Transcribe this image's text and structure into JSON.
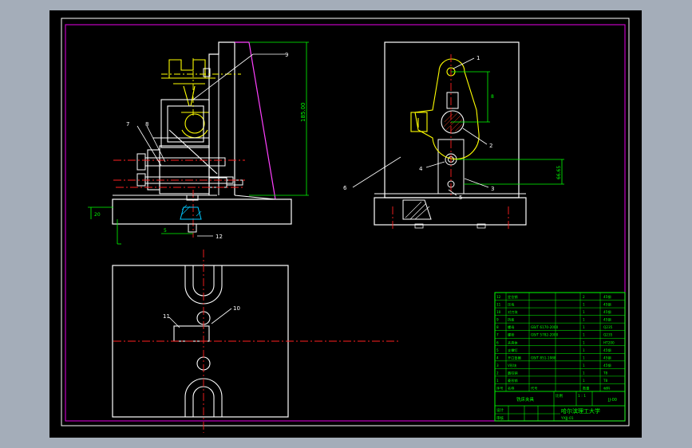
{
  "balloons": {
    "b1": "1",
    "b2": "2",
    "b3": "3",
    "b4": "4",
    "b5": "5",
    "b6": "6",
    "b7": "7",
    "b8": "8",
    "b9": "9",
    "b10": "10",
    "b11": "11",
    "b12": "12"
  },
  "dimensions": {
    "front_height": "185.00",
    "side_offset": "66.65",
    "side_pitch": "8",
    "base_thickness": "20",
    "bottom_offset": "5"
  },
  "title_block": {
    "rows": [
      {
        "no": "12",
        "name": "定位销",
        "code": "",
        "qty": "2",
        "material": "45钢"
      },
      {
        "no": "11",
        "name": "压块",
        "code": "",
        "qty": "1",
        "material": "45钢"
      },
      {
        "no": "10",
        "name": "对刀块",
        "code": "",
        "qty": "1",
        "material": "45钢"
      },
      {
        "no": "9",
        "name": "挡板",
        "code": "",
        "qty": "1",
        "material": "45钢"
      },
      {
        "no": "8",
        "name": "螺母",
        "code": "GB/T 6170-2000",
        "qty": "1",
        "material": "Q235"
      },
      {
        "no": "7",
        "name": "螺栓",
        "code": "GB/T 5782-2000",
        "qty": "1",
        "material": "Q235"
      },
      {
        "no": "6",
        "name": "夹具体",
        "code": "",
        "qty": "1",
        "material": "HT200"
      },
      {
        "no": "5",
        "name": "支撑钉",
        "code": "",
        "qty": "1",
        "material": "45钢"
      },
      {
        "no": "4",
        "name": "开口垫圈",
        "code": "GB/T 851-1988",
        "qty": "1",
        "material": "45钢"
      },
      {
        "no": "3",
        "name": "V形块",
        "code": "",
        "qty": "1",
        "material": "45钢"
      },
      {
        "no": "2",
        "name": "圆柱销",
        "code": "",
        "qty": "1",
        "material": "T8"
      },
      {
        "no": "1",
        "name": "菱形销",
        "code": "",
        "qty": "1",
        "material": "T8"
      }
    ],
    "header": {
      "no": "序号",
      "name": "名称",
      "code": "代号",
      "qty": "数量",
      "material": "材料"
    },
    "drawing_name": "铣床夹具",
    "scale_label": "比例",
    "scale_value": "1 : 1",
    "sheet_label": "图号",
    "designer_label": "设计",
    "checker_label": "审核",
    "school": "哈尔滨理工大学",
    "drawing_no": "JJ-00",
    "footer_code": "YXJJ-01"
  }
}
